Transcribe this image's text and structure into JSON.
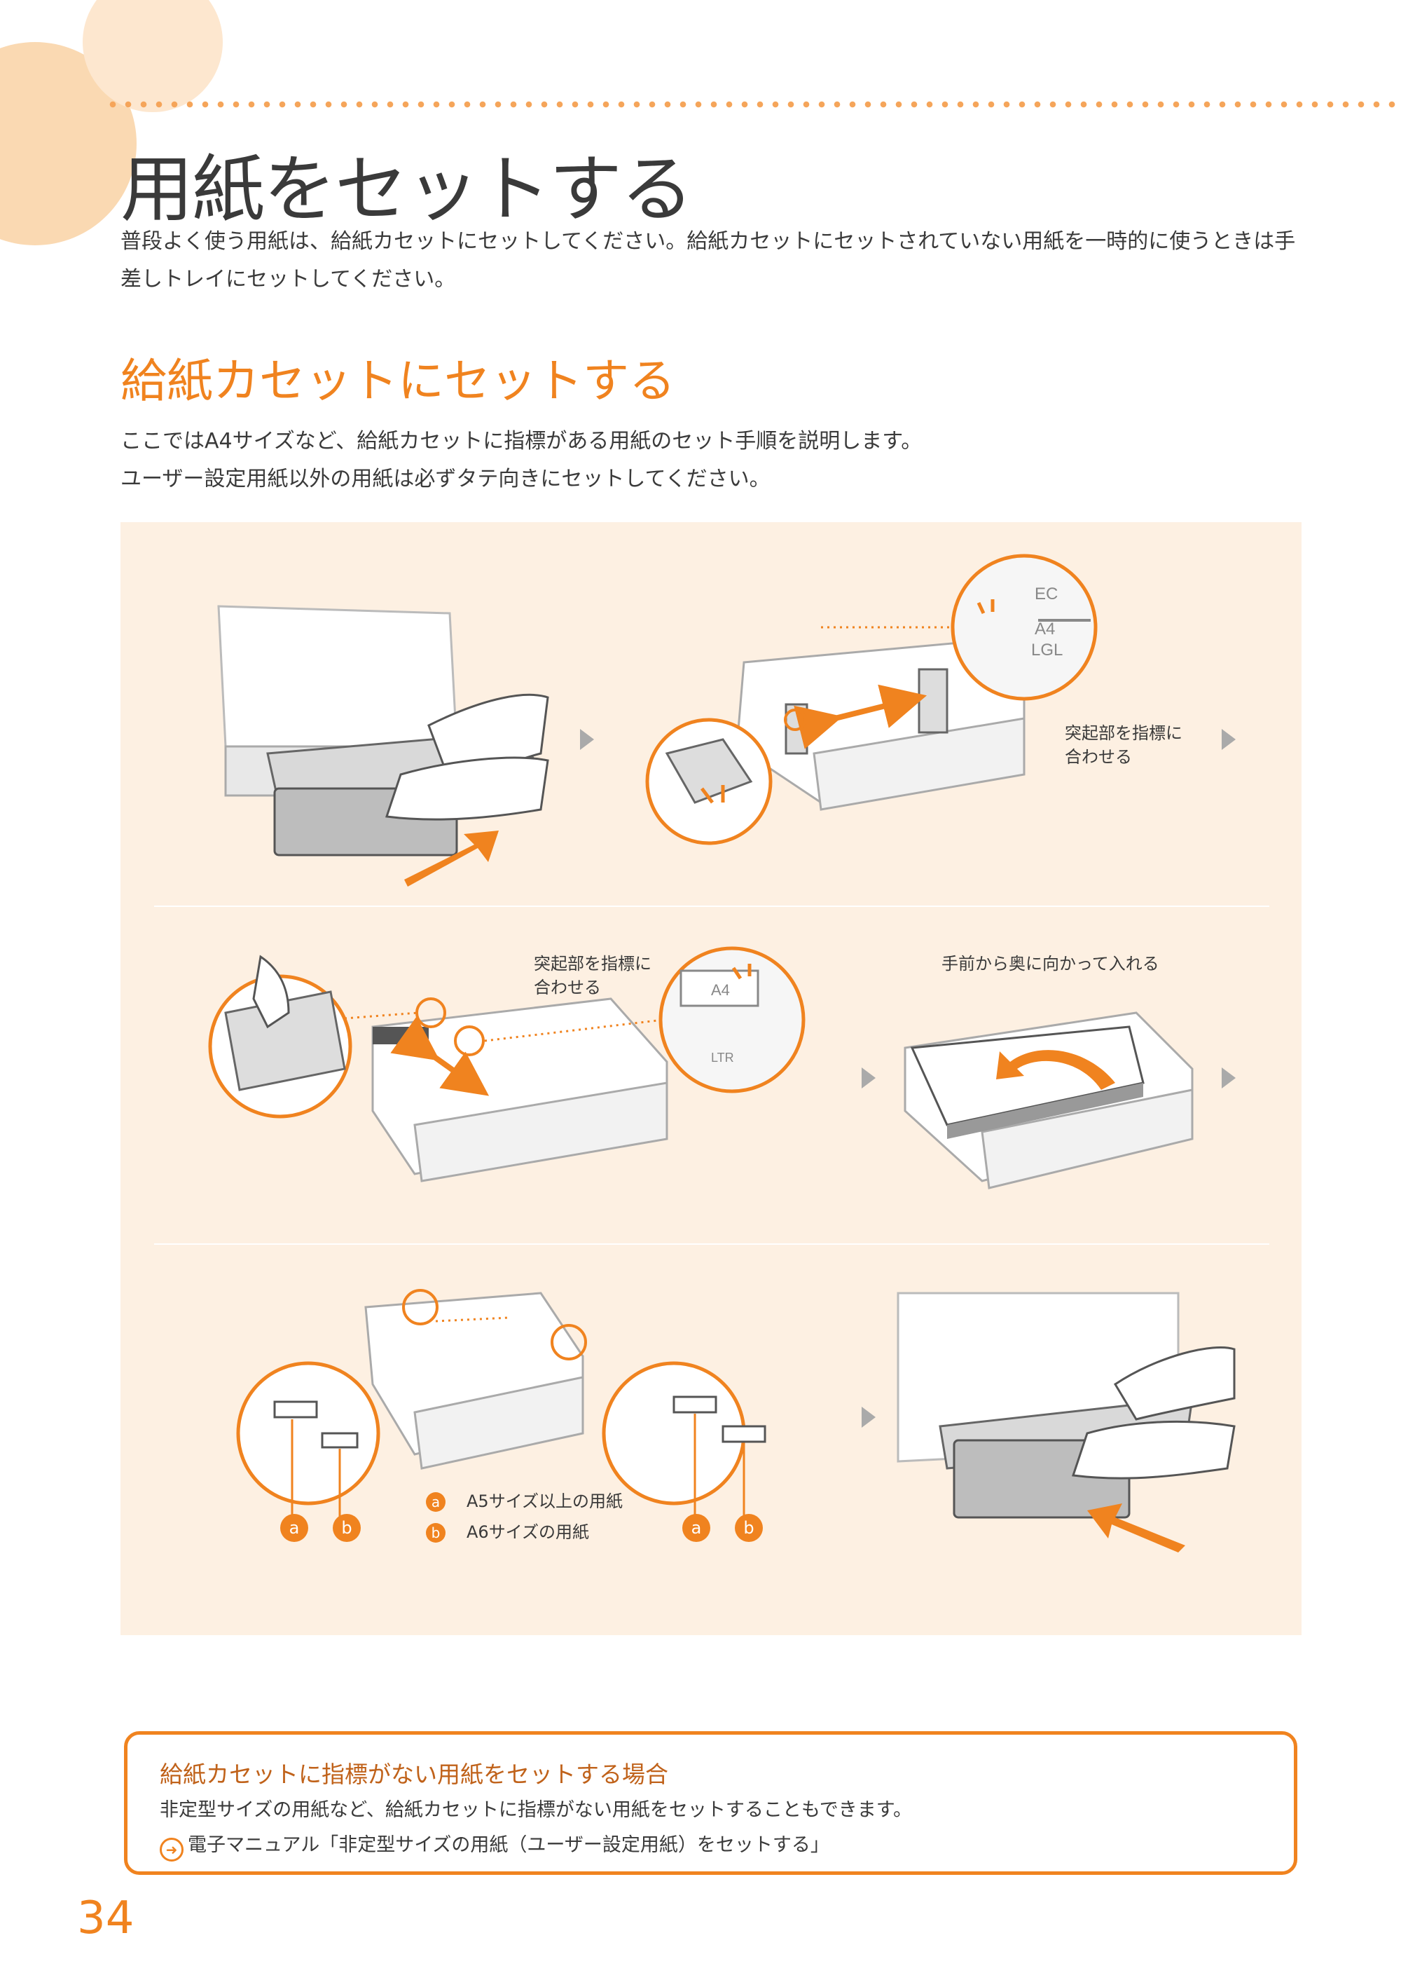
{
  "colors": {
    "accent": "#f0831f",
    "accent_light": "#f5a55a",
    "panel_bg": "#fdf0e2",
    "text": "#3a3a3a"
  },
  "page_title": "用紙をセットする",
  "intro": "普段よく使う用紙は、給紙カセットにセットしてください。給紙カセットにセットされていない用紙を一時的に使うときは手差しトレイにセットしてください。",
  "section": {
    "heading": "給紙カセットにセットする",
    "desc_line1": "ここではA4サイズなど、給紙カセットに指標がある用紙のセット手順を説明します。",
    "desc_line2": "ユーザー設定用紙以外の用紙は必ずタテ向きにセットしてください。"
  },
  "figure": {
    "caption_step2": "突起部を指標に合わせる",
    "caption_step3": "突起部を指標に合わせる",
    "caption_step4": "手前から奥に向かって入れる",
    "label_a": "a",
    "label_b": "b",
    "legend_a": "A5サイズ以上の用紙",
    "legend_b": "A6サイズの用紙",
    "zoom_marks": {
      "a4": "A4",
      "lgl": "LGL",
      "ltr": "LTR",
      "lec": "EC"
    }
  },
  "callout": {
    "title": "給紙カセットに指標がない用紙をセットする場合",
    "body": "非定型サイズの用紙など、給紙カセットに指標がない用紙をセットすることもできます。",
    "link_icon": "arrow-right-circle-icon",
    "link": "電子マニュアル「非定型サイズの用紙（ユーザー設定用紙）をセットする」"
  },
  "page_number": "34"
}
